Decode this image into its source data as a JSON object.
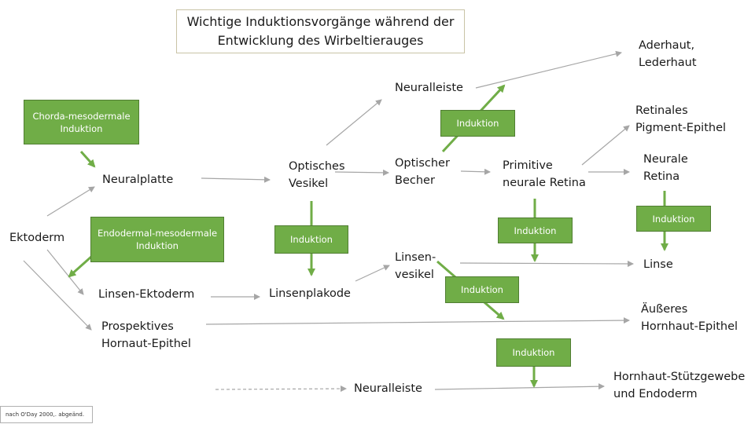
{
  "title": "Wichtige Induktionsvorgänge während der\nEntwicklung des Wirbeltierauges",
  "source_note": "nach O'Day 2000,. abgeänd.",
  "colors": {
    "accent_green": "#70ad47",
    "arrow_gray": "#a6a6a6"
  },
  "nodes": {
    "ektoderm": "Ektoderm",
    "neuralplatte": "Neuralplatte",
    "linsen_ektoderm": "Linsen-Ektoderm",
    "prospektives_hornhaut_epithel": "Prospektives\nHornaut-Epithel",
    "optisches_vesikel": "Optisches\nVesikel",
    "linsenplakode": "Linsenplakode",
    "neuralleiste_top": "Neuralleiste",
    "optischer_becher": "Optischer\nBecher",
    "linsenvesikel": "Linsen-\nvesikel",
    "primitive_neurale_retina": "Primitive\nneurale Retina",
    "aderhaut_lederhaut": "Aderhaut,\nLederhaut",
    "retinales_pigment_epithel": "Retinales\nPigment-Epithel",
    "neurale_retina": "Neurale\nRetina",
    "linse": "Linse",
    "aeusseres_hornhaut_epithel": "Äußeres\nHornhaut-Epithel",
    "neuralleiste_bottom": "Neuralleiste",
    "hornhaut_stuetzgewebe": "Hornhaut-Stützgewebe\nund Endoderm"
  },
  "green_boxes": {
    "chorda_mesodermale": "Chorda-mesodermale\nInduktion",
    "endodermal_mesodermale": "Endodermal-mesodermale\nInduktion",
    "induktion_vesikel": "Induktion",
    "induktion_becher": "Induktion",
    "induktion_retina": "Induktion",
    "induktion_neurale_retina": "Induktion",
    "induktion_linsenvesikel": "Induktion",
    "induktion_hornhaut": "Induktion"
  }
}
